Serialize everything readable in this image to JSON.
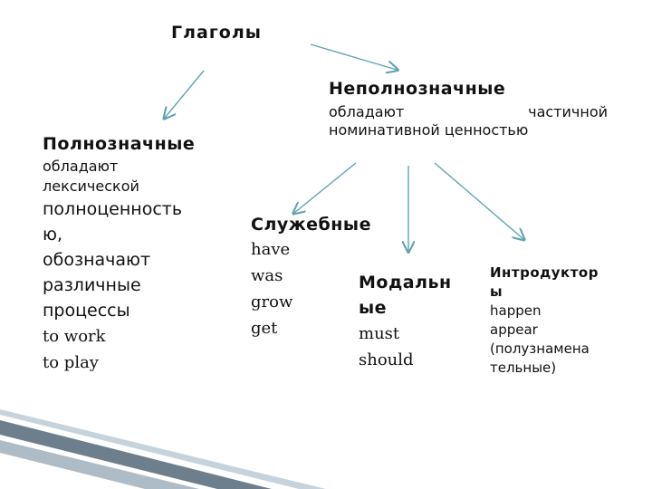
{
  "root": {
    "title": "Глаголы"
  },
  "nonfull": {
    "title": "Неполнозначные",
    "line1_left": "обладают",
    "line1_right": "частичной",
    "line2": "номинативной ценностью"
  },
  "full": {
    "title": "Полнозначные",
    "lines": [
      "обладают",
      "лексической",
      "полноценность",
      "ю,",
      "обозначают",
      "различные",
      "процессы"
    ],
    "examples": [
      "to work",
      "to play"
    ]
  },
  "service": {
    "title": "Служебные",
    "examples": [
      "have",
      "was",
      "grow",
      "get"
    ]
  },
  "modal": {
    "title_lines": [
      "Модальн",
      "ые"
    ],
    "examples": [
      "must",
      "should"
    ]
  },
  "intro": {
    "title_lines": [
      "Интродуктор",
      "ы"
    ],
    "lines": [
      "happen",
      "appear",
      "(полузнамена",
      "тельные)"
    ]
  },
  "colors": {
    "arrow": "#5fa3b0",
    "stripe_dark": "#6d7f8c",
    "stripe_light": "#c7d3dc"
  }
}
